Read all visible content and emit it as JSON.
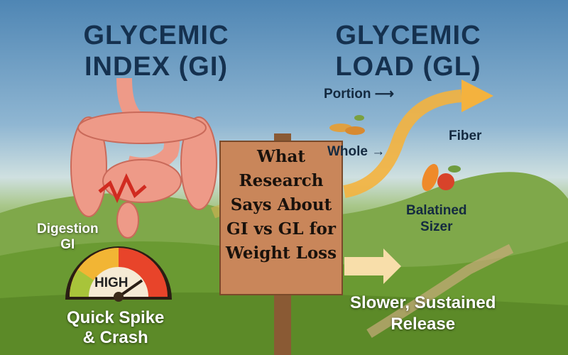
{
  "left": {
    "title_line1": "GLYCEMIC",
    "title_line2": "INDEX (GI)",
    "digestion_label_line1": "Digestion",
    "digestion_label_line2": "GI",
    "gauge_label": "HIGH",
    "caption_line1": "Quick Spike",
    "caption_line2": "& Crash"
  },
  "right": {
    "title_line1": "GLYCEMIC",
    "title_line2": "LOAD (GL)",
    "portion_label": "Portion",
    "whole_label": "Whole",
    "fiber_label": "Fiber",
    "balanced_line1": "Balatined",
    "balanced_line2": "Sizer",
    "caption_line1": "Slower, Sustained",
    "caption_line2": "Release"
  },
  "sign": {
    "lines": [
      "What",
      "Research",
      "Says About",
      "GI vs GL for",
      "Weight Loss"
    ]
  },
  "colors": {
    "title": "#15314f",
    "sign": "#c9865a",
    "arrow": "#f4b23e"
  }
}
